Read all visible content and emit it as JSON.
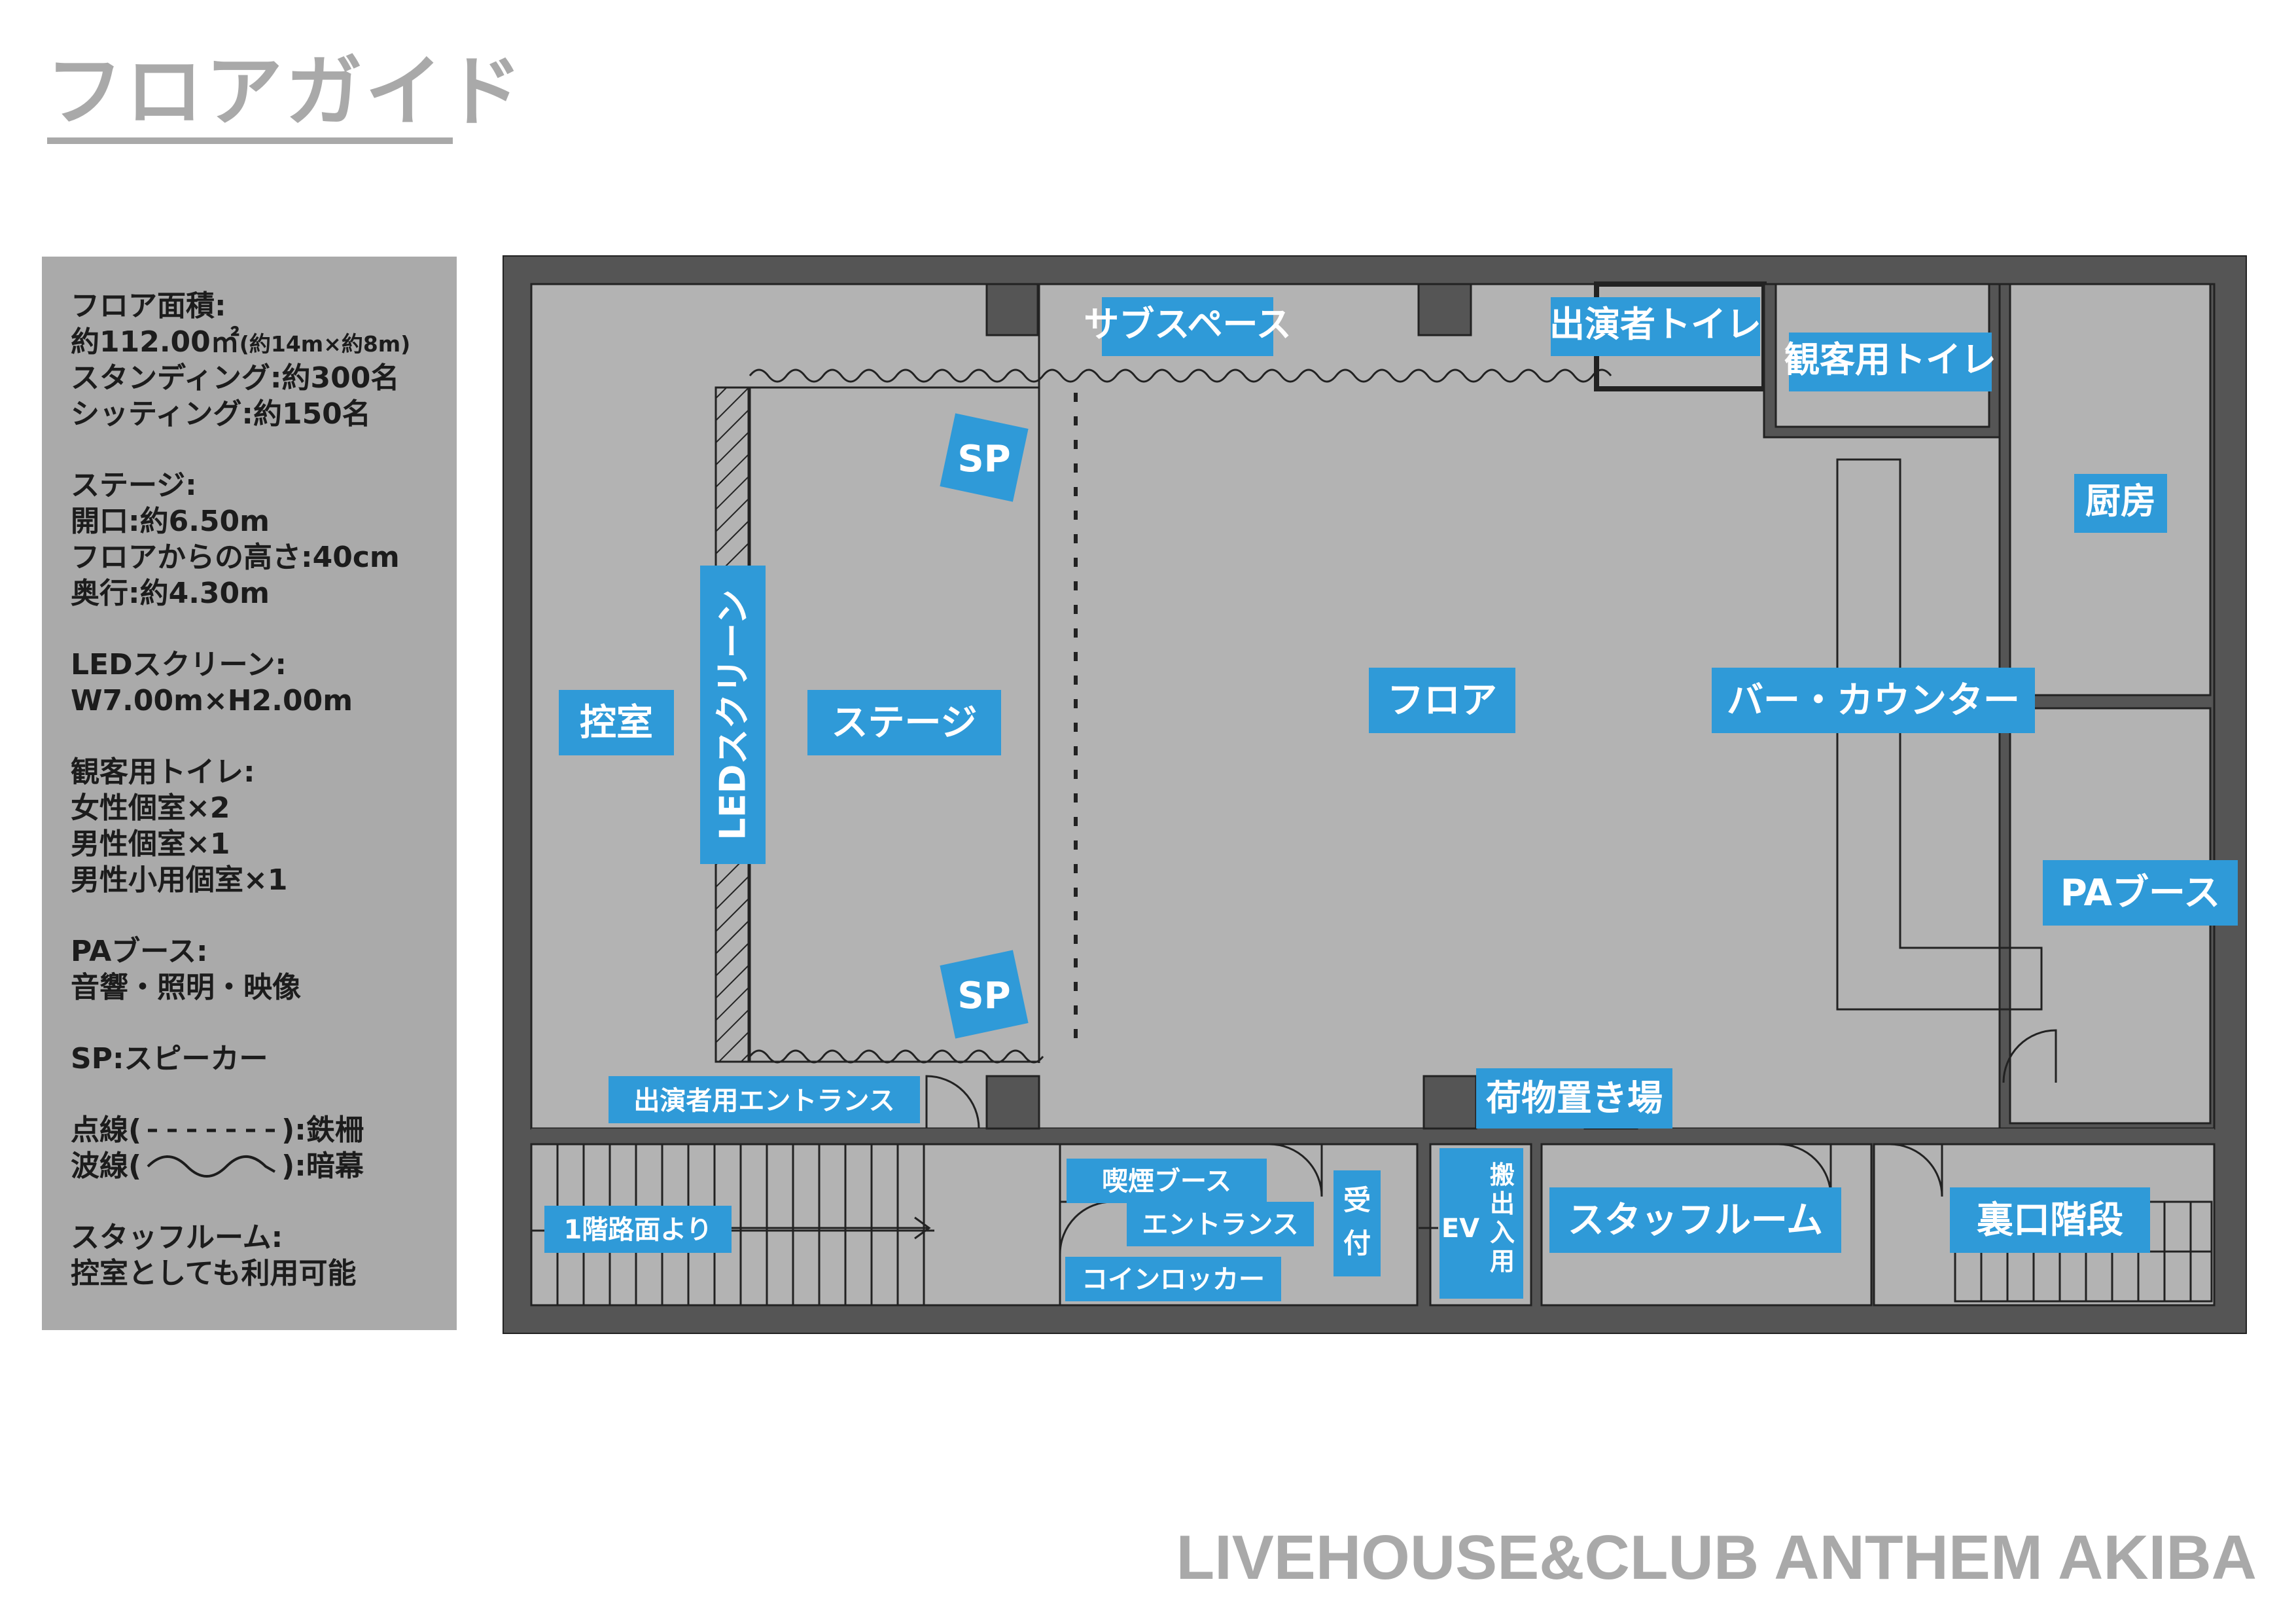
{
  "title": "フロアガイド",
  "info": [
    "フロア面積:",
    "約112.00㎡",
    "(約14m×約8m)",
    "スタンディング:約300名",
    "シッティング:約150名",
    "ステージ:",
    "開口:約6.50m",
    "フロアからの高さ:40cm",
    "奥行:約4.30m",
    "LEDスクリーン:",
    "W7.00m×H2.00m",
    "観客用トイレ:",
    "女性個室×2",
    "男性個室×1",
    "男性小用個室×1",
    "PAブース:",
    "音響・照明・映像",
    "SP:スピーカー",
    "点線(",
    "):鉄柵",
    "波線(",
    "):暗幕",
    "スタッフルーム:",
    "控室としても利用可能"
  ],
  "labels": {
    "sub_space": "サブスペース",
    "performer_toilet": "出演者トイレ",
    "audience_toilet": "観客用トイレ",
    "kitchen": "厨房",
    "sp_top": "SP",
    "sp_bottom": "SP",
    "green_room": "控室",
    "led_screen": "LEDスクリーン",
    "stage": "ステージ",
    "floor": "フロア",
    "bar_counter": "バー・カウンター",
    "pa_booth": "PAブース",
    "performer_entrance": "出演者用エントランス",
    "luggage": "荷物置き場",
    "from_1f": "1階路面より",
    "smoking_booth": "喫煙ブース",
    "entrance": "エントランス",
    "coin_locker": "コインロッカー",
    "reception_1": "受",
    "reception_2": "付",
    "ev": "EV",
    "carry_1": "搬",
    "carry_2": "出",
    "carry_3": "入",
    "carry_4": "用",
    "staff_room": "スタッフルーム",
    "back_stairs": "裏口階段"
  },
  "colors": {
    "label_bg": "#2f9ad8",
    "room_fill": "#b3b3b3",
    "wall": "#555555",
    "line": "#222222"
  },
  "brand": "LIVEHOUSE&CLUB ANTHEM AKIBA"
}
